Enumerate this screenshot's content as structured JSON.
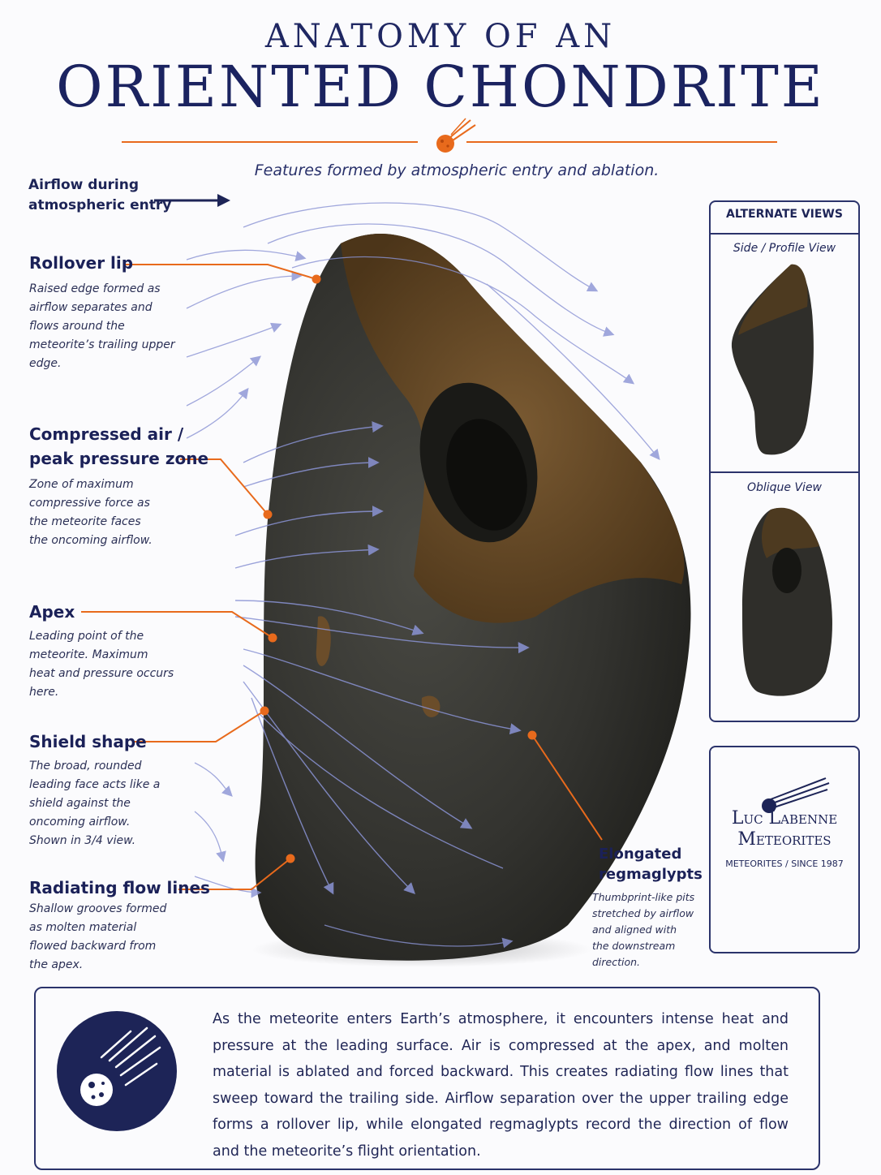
{
  "header": {
    "title_line1": "ANATOMY OF AN",
    "title_line2": "ORIENTED CHONDRITE",
    "subtitle": "Features formed by atmospheric entry and ablation."
  },
  "airflow_label": {
    "line1": "Airflow during",
    "line2": "atmospheric entry"
  },
  "labels": [
    {
      "title": "Rollover lip",
      "desc": "Raised edge formed as airflow separates and flows around the meteorite’s trailing upper edge."
    },
    {
      "title_line1": "Compressed air /",
      "title_line2": "peak pressure zone",
      "desc": "Zone of maximum compressive force as the meteorite faces the oncoming airflow."
    },
    {
      "title": "Apex",
      "desc": "Leading point of the meteorite. Maximum heat and pressure occurs here."
    },
    {
      "title": "Shield shape",
      "desc": "The broad, rounded leading face acts like a shield against the oncoming airflow. Shown in 3/4 view."
    },
    {
      "title": "Radiating flow lines",
      "desc": "Shallow grooves formed as molten material flowed backward from the apex."
    },
    {
      "title_line1": "Elongated",
      "title_line2": "regmaglypts",
      "desc": "Thumbprint-like pits stretched by airflow and aligned with the downstream direction."
    }
  ],
  "side_panel": {
    "header": "ALTERNATE VIEWS",
    "view1": "Side / Profile View",
    "view2": "Oblique View"
  },
  "logo": {
    "line1": "Luc Labenne",
    "line2": "Meteorites",
    "tagline": "METEORITES / SINCE 1987"
  },
  "bottom": {
    "text": "As the meteorite enters Earth’s atmosphere, it encounters intense heat and pressure at the leading surface. Air is compressed at the apex, and molten material is ablated and forced backward. This creates radiating flow lines that sweep toward the trailing side. Airflow separation over the upper trailing edge forms a rollover lip, while elongated regmaglypts record the direction of flow and the meteorite’s flight orientation."
  },
  "colors": {
    "navy": "#1d2457",
    "orange": "#e86a1c",
    "flow": "#8a93d4",
    "rock": "#2c2c29",
    "crust": "#6b4d2a"
  }
}
